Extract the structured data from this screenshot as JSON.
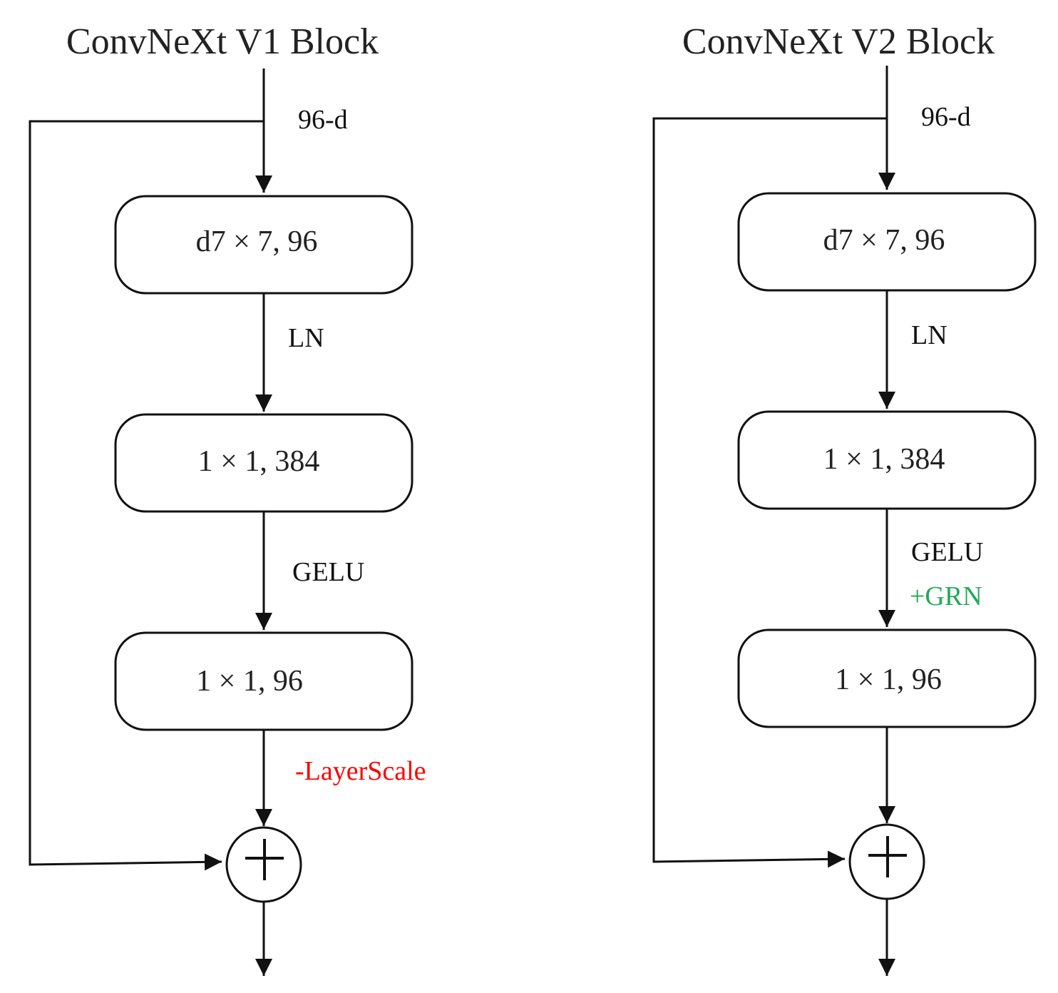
{
  "colors": {
    "text": "#111111",
    "remove_text": "#ff0000",
    "add_text": "#22aa55"
  },
  "diagram": {
    "v1": {
      "title": "ConvNeXt V1 Block",
      "input_label": "96-d",
      "boxes": [
        "d7 × 7, 96",
        "1 × 1, 384",
        "1 × 1, 96"
      ],
      "labels": {
        "ln": "LN",
        "gelu": "GELU",
        "removed": "-LayerScale"
      }
    },
    "v2": {
      "title": "ConvNeXt V2 Block",
      "input_label": "96-d",
      "boxes": [
        "d7 × 7, 96",
        "1 × 1, 384",
        "1 × 1, 96"
      ],
      "labels": {
        "ln": "LN",
        "gelu": "GELU",
        "added": "+GRN"
      }
    }
  }
}
